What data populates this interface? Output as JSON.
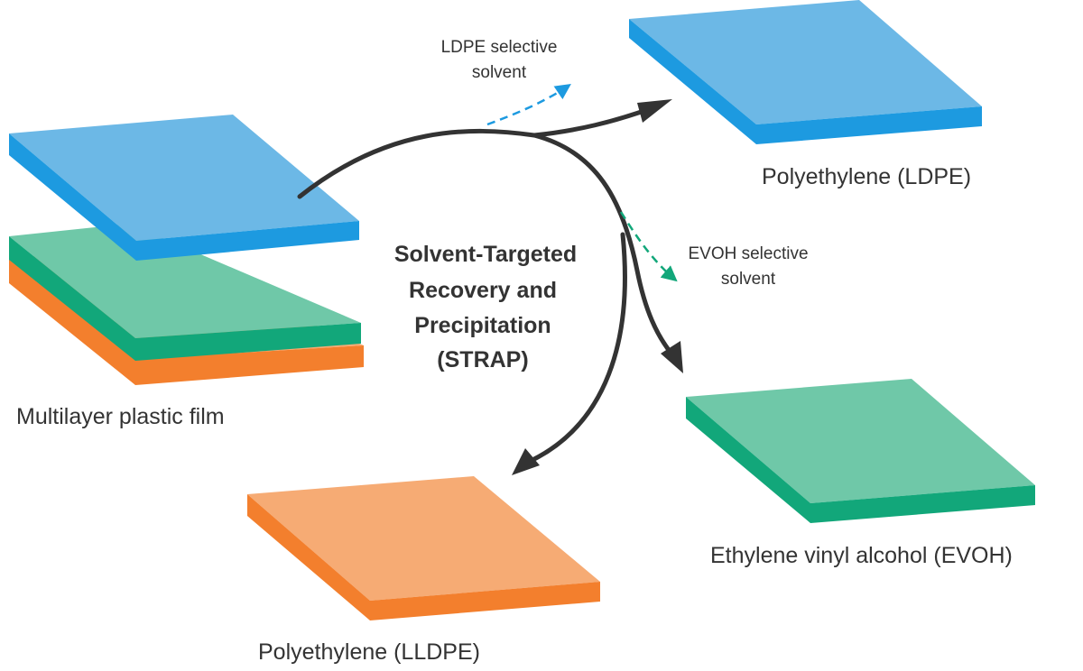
{
  "diagram": {
    "title_lines": [
      "Solvent-Targeted",
      "Recovery and",
      "Precipitation",
      "(STRAP)"
    ],
    "labels": {
      "source": "Multilayer plastic film",
      "ldpe": "Polyethylene (LDPE)",
      "evoh": "Ethylene vinyl alcohol (EVOH)",
      "lldpe": "Polyethylene (LLDPE)",
      "ldpe_solvent_line1": "LDPE selective",
      "ldpe_solvent_line2": "solvent",
      "evoh_solvent_line1": "EVOH selective",
      "evoh_solvent_line2": "solvent"
    },
    "colors": {
      "blue_top": "#6cb8e6",
      "blue_side": "#1d9ae0",
      "green_top": "#6fc8a8",
      "green_side": "#12a77a",
      "orange_top": "#f6ab74",
      "orange_side": "#f37f2d",
      "arrow": "#333333",
      "ldpe_dashed": "#1d9ae0",
      "evoh_dashed": "#12a77a",
      "text": "#333333"
    }
  }
}
